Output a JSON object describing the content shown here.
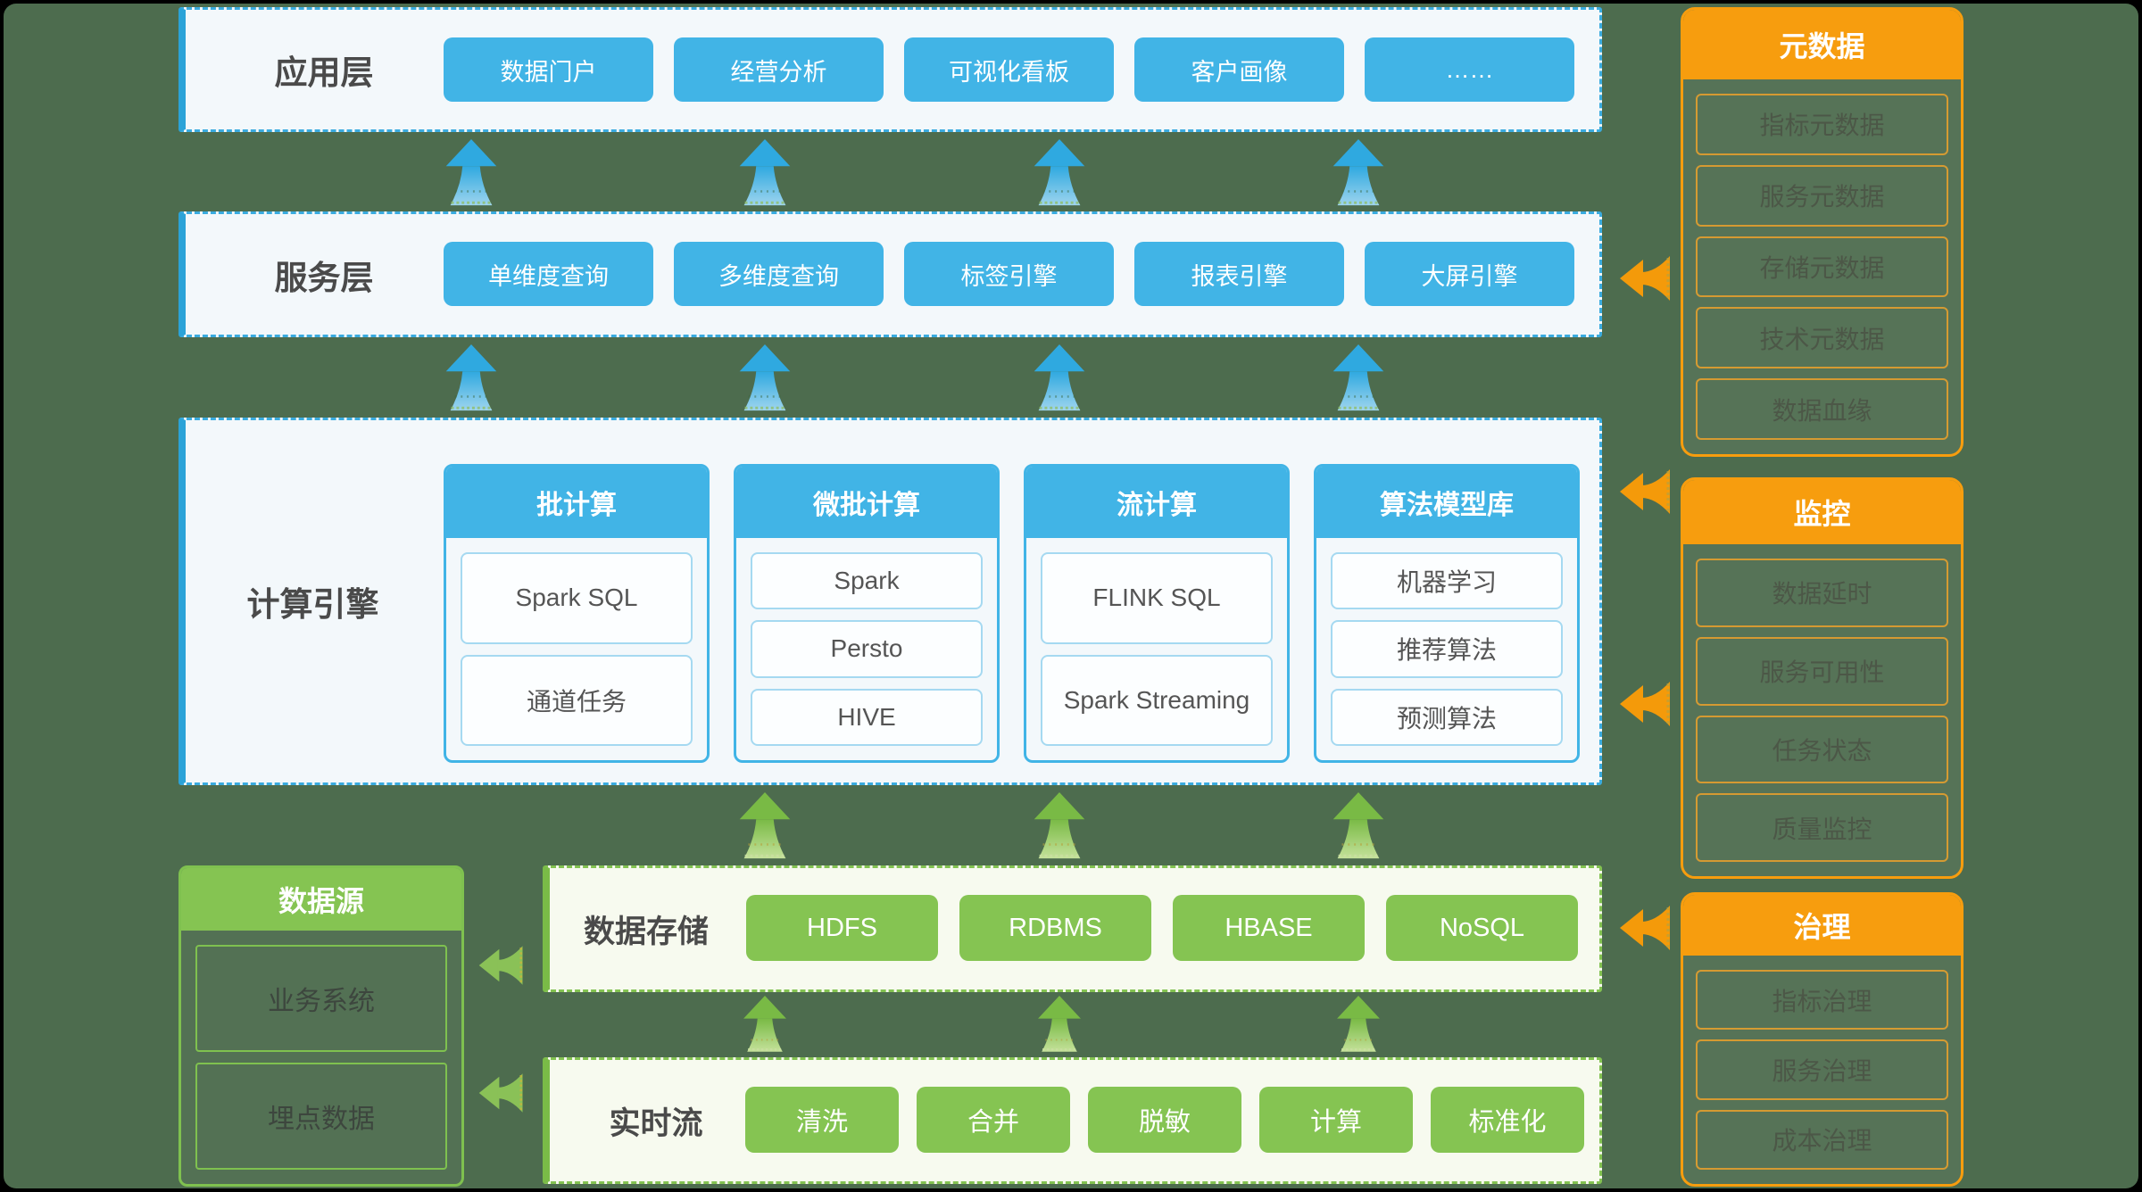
{
  "colors": {
    "background": "#4d6c4e",
    "blue_accent": "#41b4e6",
    "green_accent": "#85c452",
    "orange_accent": "#f79d0e",
    "light_blue_panel": "#f3f8fb",
    "light_green_panel": "#f7faef",
    "dark_label_text": "#4a4a4a"
  },
  "layers": {
    "app": {
      "label": "应用层",
      "buttons": [
        "数据门户",
        "经营分析",
        "可视化看板",
        "客户画像",
        "……"
      ]
    },
    "service": {
      "label": "服务层",
      "buttons": [
        "单维度查询",
        "多维度查询",
        "标签引擎",
        "报表引擎",
        "大屏引擎"
      ]
    },
    "compute": {
      "label": "计算引擎",
      "columns": [
        {
          "title": "批计算",
          "items": [
            "Spark SQL",
            "通道任务"
          ]
        },
        {
          "title": "微批计算",
          "items": [
            "Spark",
            "Persto",
            "HIVE"
          ]
        },
        {
          "title": "流计算",
          "items": [
            "FLINK SQL",
            "Spark Streaming"
          ]
        },
        {
          "title": "算法模型库",
          "items": [
            "机器学习",
            "推荐算法",
            "预测算法"
          ]
        }
      ]
    },
    "storage": {
      "label": "数据存储",
      "buttons": [
        "HDFS",
        "RDBMS",
        "HBASE",
        "NoSQL"
      ]
    },
    "realtime": {
      "label": "实时流",
      "buttons": [
        "清洗",
        "合并",
        "脱敏",
        "计算",
        "标准化"
      ]
    }
  },
  "datasource": {
    "title": "数据源",
    "items": [
      "业务系统",
      "埋点数据"
    ]
  },
  "side": [
    {
      "title": "元数据",
      "items": [
        "指标元数据",
        "服务元数据",
        "存储元数据",
        "技术元数据",
        "数据血缘"
      ]
    },
    {
      "title": "监控",
      "items": [
        "数据延时",
        "服务可用性",
        "任务状态",
        "质量监控"
      ]
    },
    {
      "title": "治理",
      "items": [
        "指标治理",
        "服务治理",
        "成本治理"
      ]
    }
  ]
}
